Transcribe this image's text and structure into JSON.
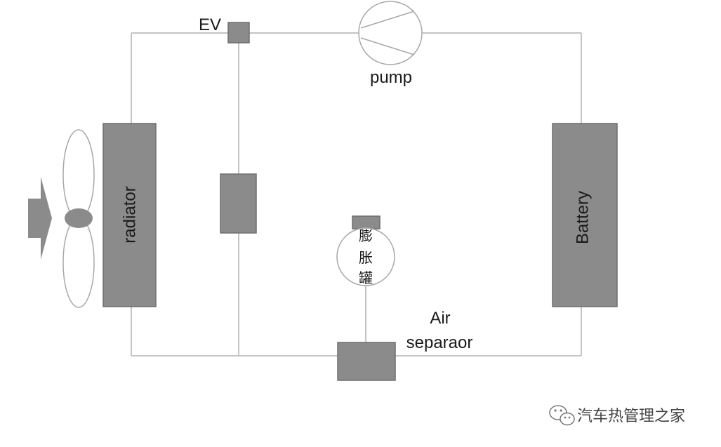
{
  "components": {
    "ev": {
      "label": "EV"
    },
    "pump": {
      "label": "pump"
    },
    "radiator": {
      "label": "radiator"
    },
    "battery": {
      "label": "Battery"
    },
    "expansion_tank": {
      "label_lines": [
        "膨",
        "胀",
        "罐"
      ]
    },
    "air_separator": {
      "label_lines": [
        "Air",
        "separaor"
      ]
    }
  },
  "watermark": {
    "text": "汽车热管理之家",
    "icon": "wechat-icon"
  },
  "colors": {
    "component_fill": "#8b8b8b",
    "pipe": "#c4c4c4",
    "text": "#1a1a1a"
  }
}
